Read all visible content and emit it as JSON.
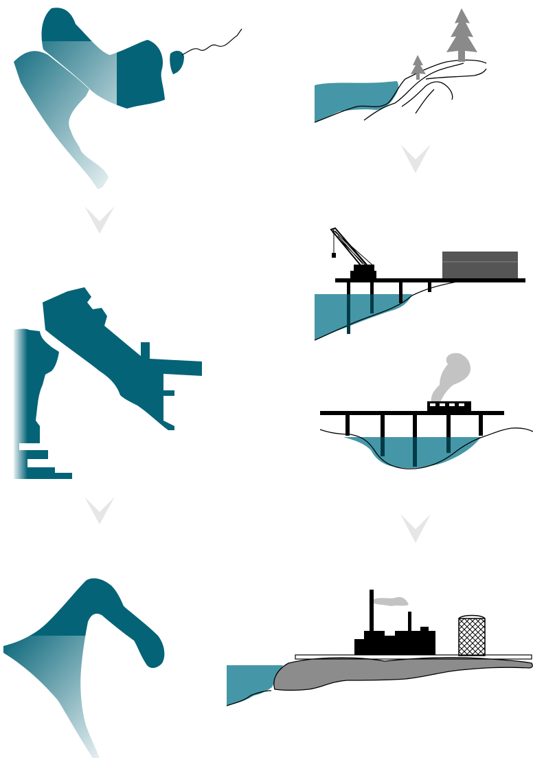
{
  "figure": {
    "left_column_stages": [
      "coastline-original",
      "coastline-reclaimed",
      "coastline-present"
    ],
    "right_column_stages": [
      "natural-shore",
      "crane-pier",
      "railway-trestle",
      "filled-industrial-land"
    ],
    "colors": {
      "water": "#046377",
      "water_light": "#4597a8",
      "arrow": "#e6e6e6",
      "fill_land": "#8c8c8c",
      "structure": "#000000",
      "tree": "#8a8a8a",
      "smoke": "#c3c3c3",
      "container": "#555555"
    },
    "icons": [
      "down-arrow-icon",
      "tree-icon",
      "crane-icon",
      "train-icon",
      "smokestack-icon",
      "gas-holder-icon"
    ]
  }
}
